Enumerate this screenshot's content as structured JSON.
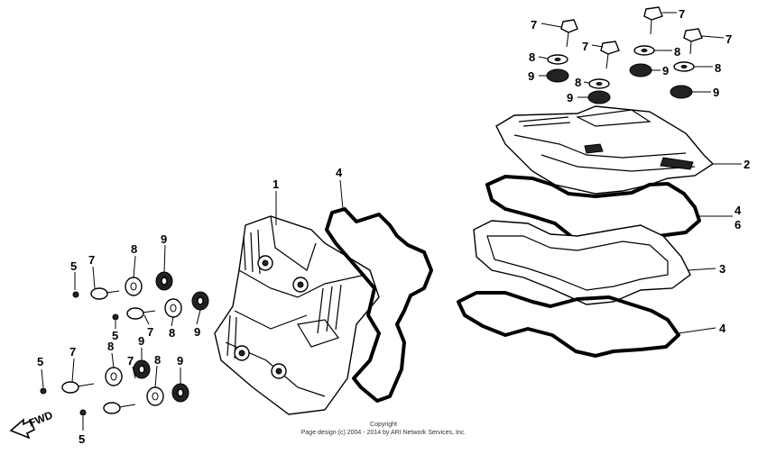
{
  "callouts": {
    "c1": "1",
    "c2": "2",
    "c3": "3",
    "c4": "4",
    "c5": "5",
    "c6": "6",
    "c7": "7",
    "c8": "8",
    "c9": "9"
  },
  "fwd_label": "FWD",
  "copyright": {
    "line1": "Copyright",
    "line2": "Page design (c) 2004 - 2014 by ARI Network Services, Inc."
  }
}
